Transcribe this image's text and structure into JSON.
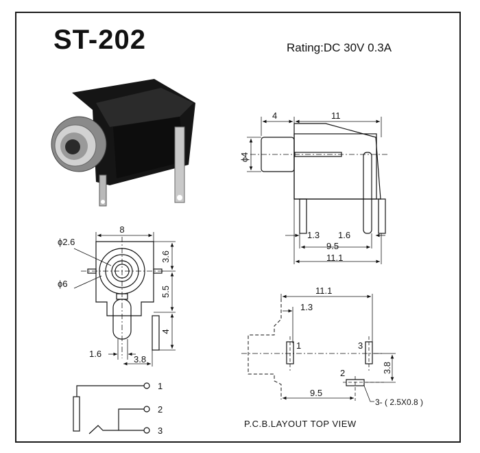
{
  "title": "ST-202",
  "rating": "Rating:DC 30V 0.3A",
  "side_view": {
    "dim_top_left": "4",
    "dim_top_right": "11",
    "dim_dia": "ϕ4",
    "dim_b1": "1.3",
    "dim_b2": "1.6",
    "dim_b3": "9.5",
    "dim_b4": "11.1"
  },
  "front_view": {
    "dim_top": "8",
    "dim_dia_small": "ϕ2.6",
    "dim_dia_large": "ϕ6",
    "dim_r1": "3.6",
    "dim_r2": "5.5",
    "dim_r3": "4",
    "dim_b1": "1.6",
    "dim_b2": "3.8"
  },
  "pcb_layout": {
    "dim_top": "11.1",
    "dim_small": "1.3",
    "pad_1": "1",
    "pad_2": "2",
    "pad_3": "3",
    "dim_right": "3.8",
    "dim_bottom": "9.5",
    "pad_note": "3- ( 2.5X0.8 )",
    "caption": "P.C.B.LAYOUT TOP VIEW"
  },
  "schematic": {
    "pin_1": "1",
    "pin_2": "2",
    "pin_3": "3"
  }
}
